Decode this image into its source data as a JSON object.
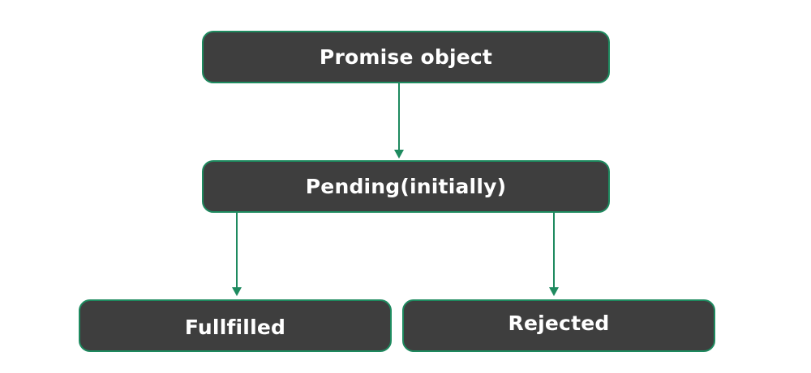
{
  "diagram": {
    "nodes": {
      "promise": "Promise object",
      "pending": "Pending(initially)",
      "fulfilled": "Fullfilled",
      "rejected": "Rejected"
    },
    "edges": [
      {
        "from": "promise",
        "to": "pending"
      },
      {
        "from": "pending",
        "to": "fulfilled"
      },
      {
        "from": "pending",
        "to": "rejected"
      }
    ],
    "colors": {
      "node_fill": "#3e3e3e",
      "node_border": "#1e8a5f",
      "arrow": "#1e8a5f",
      "text": "#ffffff"
    }
  }
}
